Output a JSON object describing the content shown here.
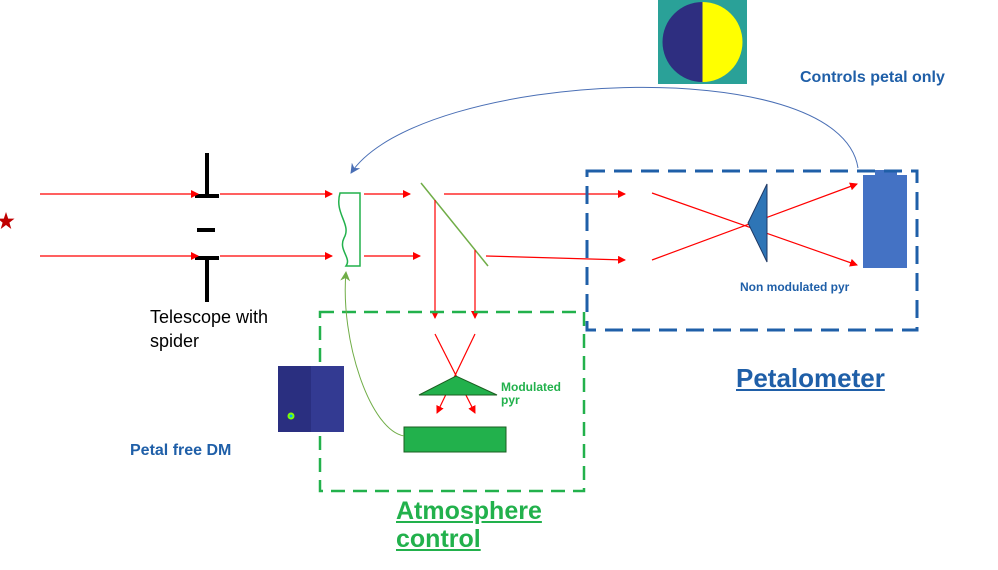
{
  "labels": {
    "telescope": "Telescope with spider",
    "controls_petal_only": "Controls  petal only",
    "petal_free_dm": "Petal free DM",
    "petalometer": "Petalometer",
    "atmosphere_control": "Atmosphere control",
    "modulated_pyr": "Modulated pyr",
    "non_modulated_pyr": "Non modulated pyr"
  },
  "colors": {
    "beam": "#ff0000",
    "petalometer_box": "#1f5fa8",
    "atmosphere_box": "#22b14c",
    "feedback_arrow_blue": "#4a6fb5",
    "feedback_arrow_green": "#70ad47",
    "detector": "#4472c4",
    "star": "#c00000",
    "phase_map_left": "#2e2e80",
    "phase_map_right": "#ffff00",
    "phase_map_bg": "#2aa198"
  },
  "icons": {
    "star": "star-icon",
    "petal_phase_map": "petal-phase-map",
    "dm_phase_map": "dm-phase-map"
  }
}
